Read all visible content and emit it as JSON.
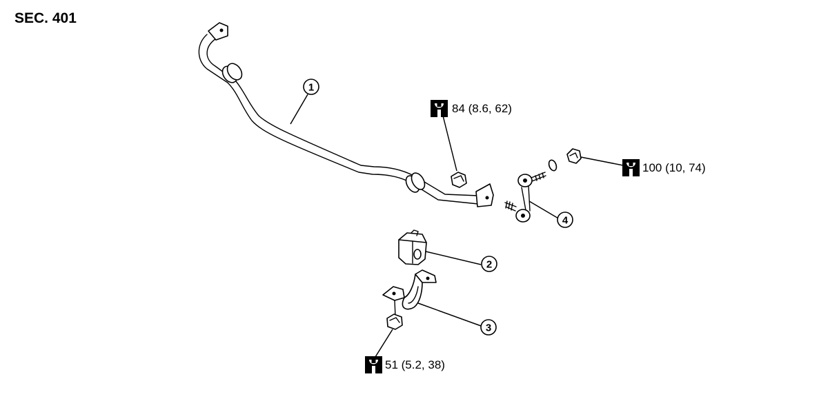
{
  "title": "SEC. 401",
  "callouts": [
    {
      "id": "callout-1",
      "number": "1"
    },
    {
      "id": "callout-2",
      "number": "2"
    },
    {
      "id": "callout-3",
      "number": "3"
    },
    {
      "id": "callout-4",
      "number": "4"
    }
  ],
  "torques": [
    {
      "id": "torque-top",
      "text": "84 (8.6, 62)",
      "icon": "torque-wrench-icon"
    },
    {
      "id": "torque-right",
      "text": "100 (10, 74)",
      "icon": "torque-wrench-icon"
    },
    {
      "id": "torque-bottom",
      "text": "51 (5.2, 38)",
      "icon": "torque-wrench-icon"
    }
  ]
}
